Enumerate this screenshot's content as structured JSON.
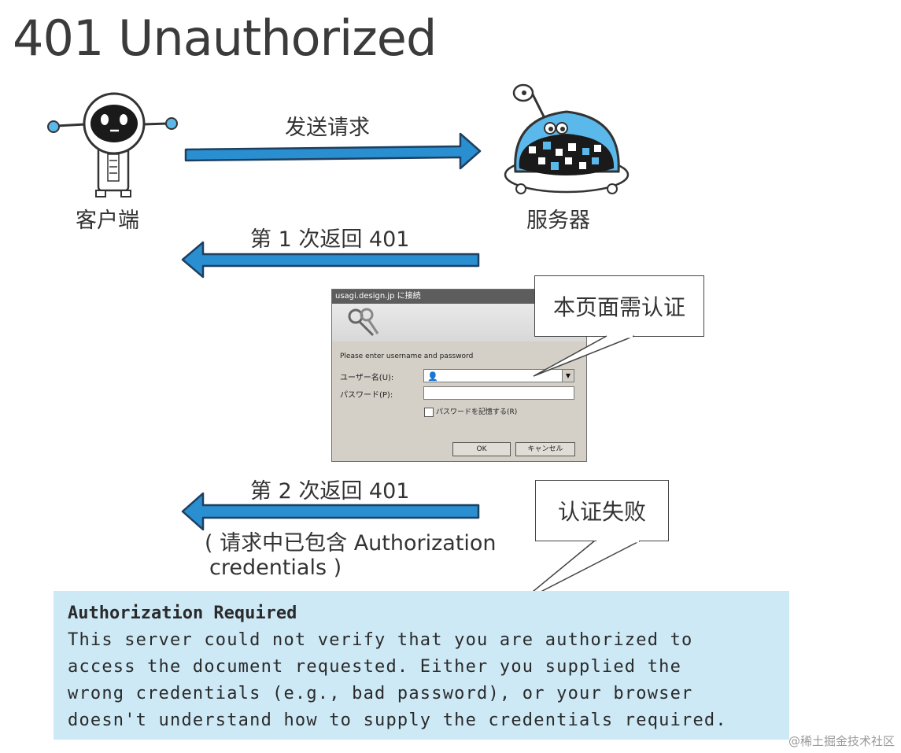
{
  "title": "401 Unauthorized",
  "client_label": "客户端",
  "server_label": "服务器",
  "arrow_request_label": "发送请求",
  "arrow_first_response_label": "第 1 次返回 401",
  "arrow_second_response_label": "第 2 次返回 401",
  "second_response_note": {
    "line1": "( 请求中已包含 Authorization",
    "line2": "credentials )"
  },
  "callout_auth_required": "本页面需认证",
  "callout_auth_failed": "认证失败",
  "dialog": {
    "title": "usagi.design.jp に接続",
    "prompt": "Please enter username and password",
    "username_label": "ユーザー名(U):",
    "username_value": "",
    "password_label": "パスワード(P):",
    "remember_label": "パスワードを記憶する(R)",
    "ok_label": "OK",
    "cancel_label": "キャンセル"
  },
  "error_box": {
    "heading": "Authorization Required",
    "lines": [
      "This server could not verify that you are authorized to",
      "access the document requested. Either you supplied the",
      "wrong credentials (e.g., bad password), or your browser",
      "doesn't understand how to supply the credentials required."
    ]
  },
  "colors": {
    "arrow_blue": "#2a8fd0",
    "error_box_bg": "#cde9f6",
    "robot_dark": "#1a1a1a",
    "server_blue": "#5bb8ea"
  },
  "watermark": "@稀土掘金技术社区"
}
